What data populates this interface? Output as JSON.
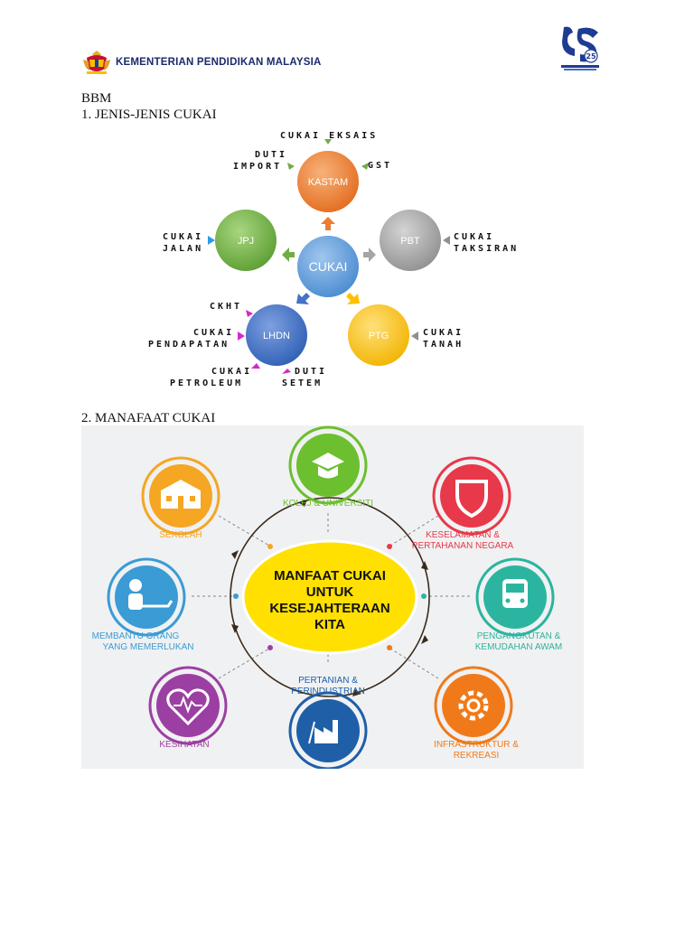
{
  "header": {
    "ministry_name": "KEMENTERIAN PENDIDIKAN MALAYSIA",
    "colors": {
      "ministry_text": "#1b2a6b",
      "logo_blue": "#1f3c93"
    }
  },
  "doc": {
    "bbm": "BBM",
    "section1": "1. JENIS-JENIS CUKAI",
    "section2": "2. MANAFAAT CUKAI"
  },
  "diagram1": {
    "center": "CUKAI",
    "nodes": {
      "kastam": "KASTAM",
      "jpj": "JPJ",
      "pbt": "PBT",
      "lhdn": "LHDN",
      "ptg": "PTG"
    },
    "labels": {
      "cukai_eksais": "CUKAI EKSAIS",
      "duti_import_1": "DUTI",
      "duti_import_2": "IMPORT",
      "gst": "GST",
      "cukai_jalan_1": "CUKAI",
      "cukai_jalan_2": "JALAN",
      "cukai_taksiran_1": "CUKAI",
      "cukai_taksiran_2": "TAKSIRAN",
      "ckht": "CKHT",
      "cukai_pendapatan_1": "CUKAI",
      "cukai_pendapatan_2": "PENDAPATAN",
      "cukai_petroleum_1": "CUKAI",
      "cukai_petroleum_2": "PETROLEUM",
      "duti_setem_1": "DUTI",
      "duti_setem_2": "SETEM",
      "cukai_tanah_1": "CUKAI",
      "cukai_tanah_2": "TANAH"
    },
    "colors": {
      "center": "#5b9bd5",
      "kastam": "#ed7d31",
      "jpj": "#70ad47",
      "pbt": "#a5a5a5",
      "lhdn": "#4472c4",
      "ptg": "#ffc000"
    }
  },
  "diagram2": {
    "center_lines": [
      "MANFAAT CUKAI",
      "UNTUK",
      "KESEJAHTERAAN",
      "KITA"
    ],
    "items": {
      "kolej": [
        "KOLEJ & UNIVERSITI"
      ],
      "sekolah": [
        "SEKOLAH"
      ],
      "keselamatan": [
        "KESELAMATAN &",
        "PERTAHANAN NEGARA"
      ],
      "membantu": [
        "MEMBANTU ORANG",
        "YANG MEMERLUKAN"
      ],
      "pengangkutan": [
        "PENGANGKUTAN &",
        "KEMUDAHAN AWAM"
      ],
      "kesihatan": [
        "KESIHATAN"
      ],
      "pertanian": [
        "PERTANIAN &",
        "PERINDUSTRIAN"
      ],
      "infrastruktur": [
        "INFRASTRUKTUR &",
        "REKREASI"
      ]
    },
    "colors": {
      "background": "#f0f1f2",
      "center_fill": "#ffe000",
      "kolej": "#6cbf2e",
      "sekolah": "#f5a623",
      "keselamatan": "#e8394a",
      "membantu": "#3a9bd5",
      "pengangkutan": "#2bb5a0",
      "kesihatan": "#9c3fa3",
      "pertanian": "#1e5fa8",
      "infrastruktur": "#f07a1a"
    }
  }
}
